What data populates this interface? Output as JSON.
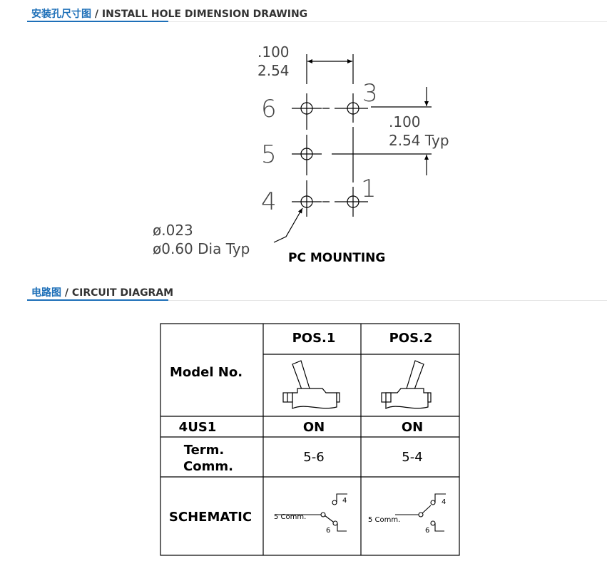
{
  "sections": {
    "install": {
      "title_cn": "安装孔尺寸图",
      "title_en": " / INSTALL HOLE DIMENSION DRAWING"
    },
    "circuit": {
      "title_cn": "电路图",
      "title_en": " / CIRCUIT DIAGRAM"
    }
  },
  "drawing": {
    "pitch_top_in": ".100",
    "pitch_top_mm": "2.54",
    "pitch_side_in": ".100",
    "pitch_side_mm": "2.54 Typ",
    "pin_labels": [
      "6",
      "5",
      "4",
      "3",
      "1"
    ],
    "hole_in": "ø.023",
    "hole_mm": "ø0.60 Dia Typ",
    "caption": "PC MOUNTING"
  },
  "table": {
    "headers": {
      "pos1": "POS.1",
      "pos2": "POS.2"
    },
    "model_label": "Model No.",
    "row_model": {
      "label": "4US1",
      "pos1": "ON",
      "pos2": "ON"
    },
    "row_term": {
      "label_line1": "Term.",
      "label_line2": "Comm.",
      "pos1": "5-6",
      "pos2": "5-4"
    },
    "row_schematic": {
      "label": "SCHEMATIC"
    },
    "schematic": {
      "comm_label": "5 Comm.",
      "pin4": "4",
      "pin6": "6"
    }
  }
}
